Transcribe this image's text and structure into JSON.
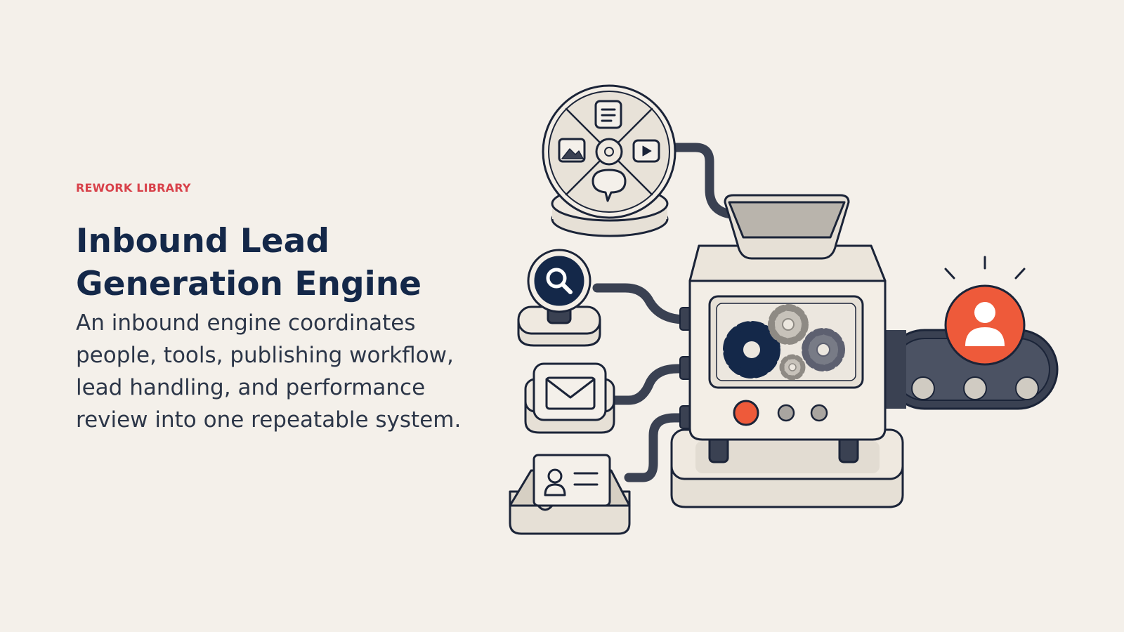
{
  "eyebrow": "REWORK LIBRARY",
  "title_line1": "Inbound Lead",
  "title_line2": "Generation Engine",
  "description": "An inbound engine coordinates people, tools, publishing workflow, lead handling, and performance review into one repeatable system.",
  "colors": {
    "background": "#f4f0ea",
    "eyebrow": "#d8414a",
    "title": "#142849",
    "body": "#2c3648",
    "outline": "#1b2438",
    "accent_orange": "#ee5a3a"
  },
  "illustration": {
    "inputs": [
      "content-wheel-icon",
      "search-icon",
      "mail-icon",
      "contact-card-icon"
    ],
    "machine": [
      "hopper",
      "gears-window",
      "control-buttons",
      "conveyor-belt"
    ],
    "output": "lead-person-icon"
  }
}
